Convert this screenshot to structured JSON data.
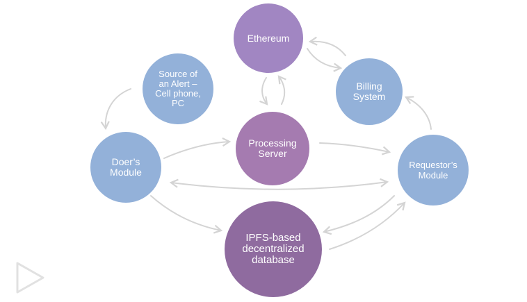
{
  "diagram": {
    "nodes": {
      "ethereum": {
        "label": "Ethereum"
      },
      "source": {
        "label": "Source of\nan Alert –\nCell phone,\nPC"
      },
      "billing": {
        "label": "Billing\nSystem"
      },
      "processing": {
        "label": "Processing\nServer"
      },
      "doers": {
        "label": "Doer’s\nModule"
      },
      "requestor": {
        "label": "Requestor’s\nModule"
      },
      "ipfs": {
        "label": "IPFS-based\ndecentralized\ndatabase"
      }
    },
    "colors": {
      "blue": "#93b1d9",
      "purple": "#a186c2",
      "violet": "#a57bb0",
      "plum": "#8f6b9f",
      "arrow": "#d4d4d4"
    }
  },
  "icons": {
    "play": "play-icon"
  }
}
